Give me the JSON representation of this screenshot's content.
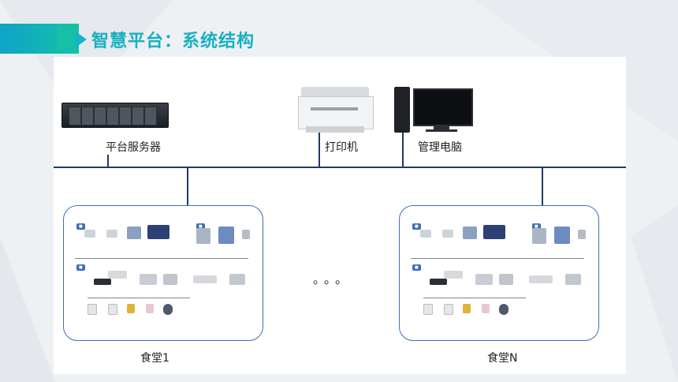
{
  "title": "智慧平台：系统结构",
  "devices": {
    "server_label": "平台服务器",
    "printer_label": "打印机",
    "pc_label": "管理电脑"
  },
  "canteens": [
    {
      "label": "食堂1"
    },
    {
      "label": "食堂N"
    }
  ],
  "ellipsis": "。。。",
  "colors": {
    "accent": "#16b0c2",
    "line": "#1f3b66",
    "box_border": "#3d6fb8"
  }
}
